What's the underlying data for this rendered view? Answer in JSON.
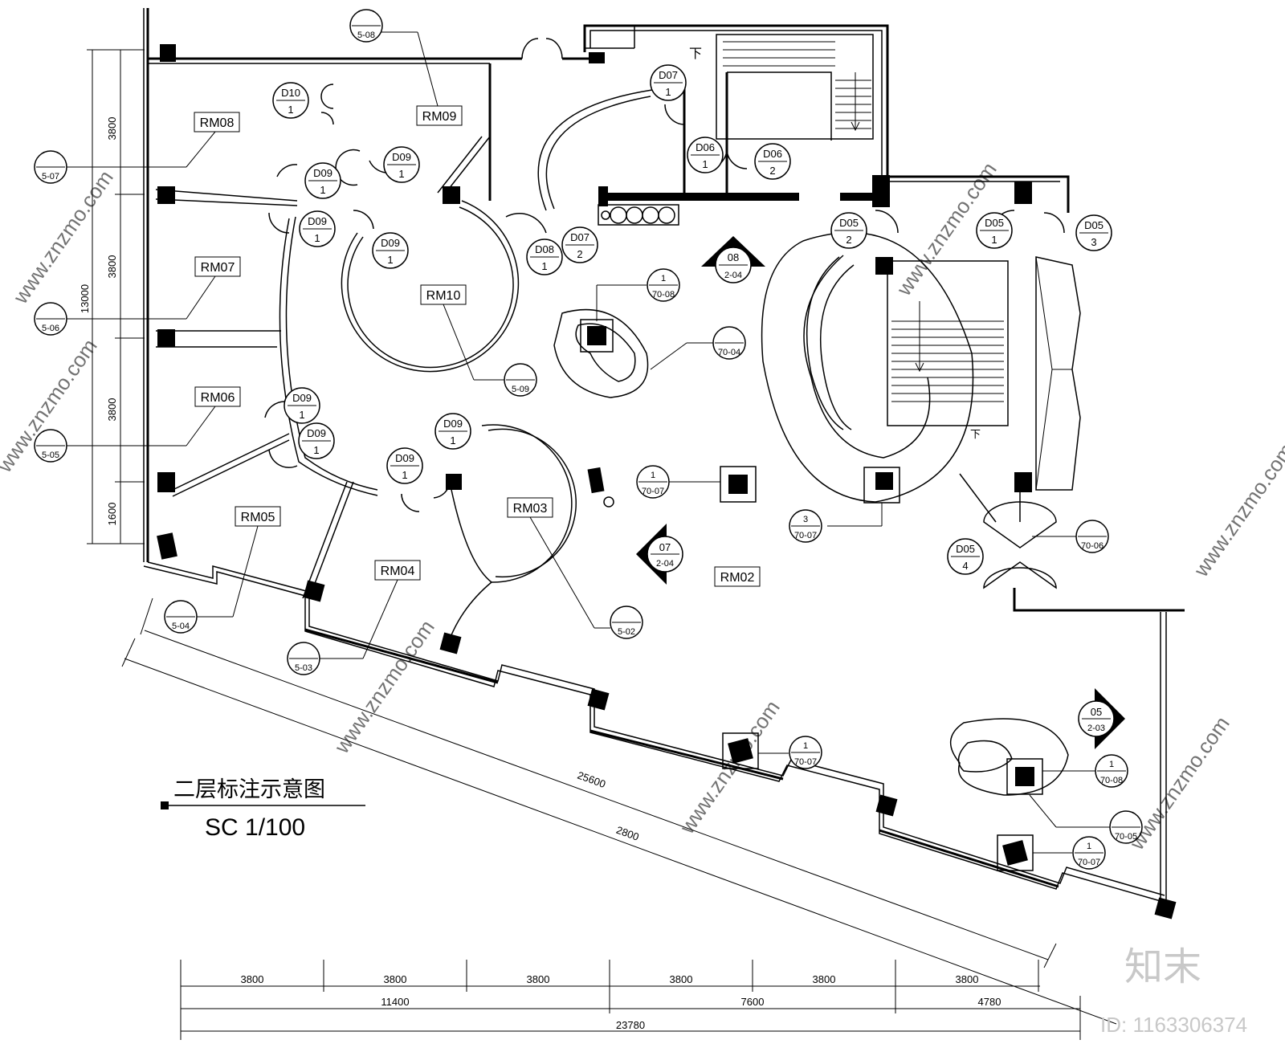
{
  "title": {
    "name": "二层标注示意图",
    "scale": "SC 1/100"
  },
  "rooms": [
    "RM02",
    "RM03",
    "RM04",
    "RM05",
    "RM06",
    "RM07",
    "RM08",
    "RM09",
    "RM10"
  ],
  "doors": [
    {
      "id": "D10",
      "n": "1"
    },
    {
      "id": "D09",
      "n": "1"
    },
    {
      "id": "D07",
      "n": "1"
    },
    {
      "id": "D07",
      "n": "2"
    },
    {
      "id": "D06",
      "n": "1"
    },
    {
      "id": "D06",
      "n": "2"
    },
    {
      "id": "D08",
      "n": "1"
    },
    {
      "id": "D05",
      "n": "1"
    },
    {
      "id": "D05",
      "n": "2"
    },
    {
      "id": "D05",
      "n": "3"
    },
    {
      "id": "D05",
      "n": "4"
    }
  ],
  "refs": [
    "5-02",
    "5-03",
    "5-04",
    "5-05",
    "5-06",
    "5-07",
    "5-08",
    "5-09",
    "70-04",
    "70-05",
    "70-06",
    "70-07",
    "70-08"
  ],
  "ref_numbers": [
    "1",
    "3"
  ],
  "section_arrows": [
    {
      "num": "08",
      "sheet": "2-04"
    },
    {
      "num": "07",
      "sheet": "2-04"
    },
    {
      "num": "05",
      "sheet": "2-03"
    }
  ],
  "stair_label": "下",
  "dims_left": [
    "3800",
    "3800",
    "3800",
    "1600"
  ],
  "dim_left_total": "13000",
  "dims_bottom_row1": [
    "3800",
    "3800",
    "3800",
    "3800",
    "3800",
    "3800"
  ],
  "dims_bottom_row2": [
    "11400",
    "7600",
    "4780"
  ],
  "dim_bottom_total": "23780",
  "dims_diagonal": [
    "25600",
    "2800"
  ],
  "watermark": {
    "logo": "知末",
    "id": "ID: 1163306374",
    "site": "www.znzmo.com"
  }
}
